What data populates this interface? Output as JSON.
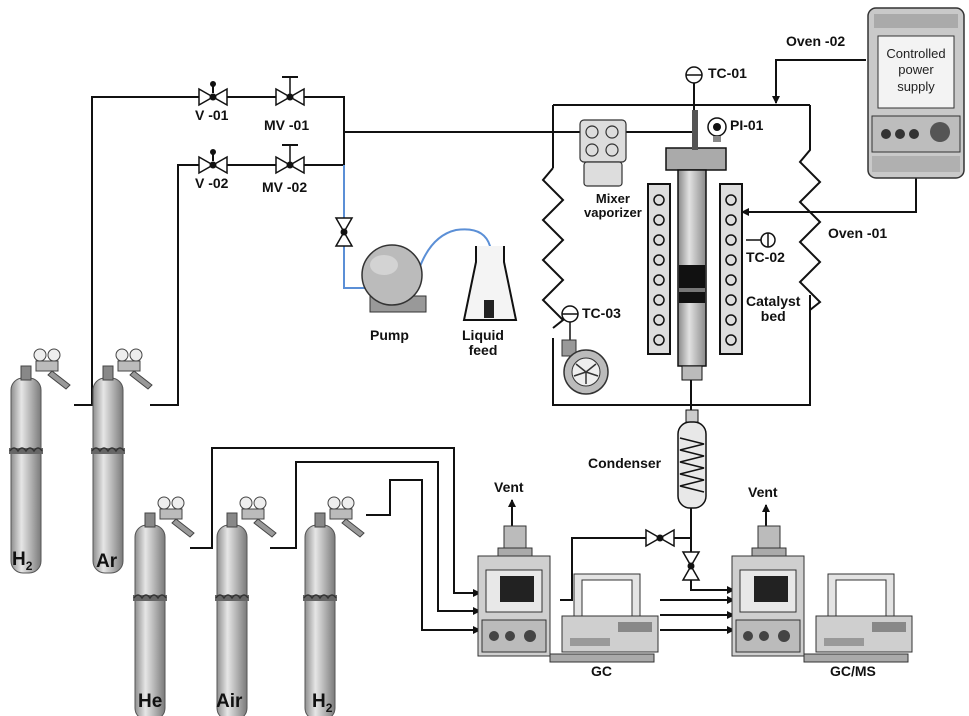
{
  "labels": {
    "v01": "V -01",
    "mv01": "MV -01",
    "v02": "V -02",
    "mv02": "MV -02",
    "tc01": "TC-01",
    "pi01": "PI-01",
    "oven02": "Oven -02",
    "oven01": "Oven -01",
    "mixer": "Mixer\nvaporizer",
    "tc02": "TC-02",
    "catalyst": "Catalyst\nbed",
    "tc03": "TC-03",
    "pump": "Pump",
    "liquid_feed": "Liquid\nfeed",
    "condenser": "Condenser",
    "vent1": "Vent",
    "vent2": "Vent",
    "gc": "GC",
    "gcms": "GC/MS",
    "psu": "Controlled\npower supply"
  },
  "cylinders": {
    "h2_top_base": "H",
    "h2_top_sub": "2",
    "ar": "Ar",
    "he": "He",
    "air": "Air",
    "h2_bottom_base": "H",
    "h2_bottom_sub": "2"
  },
  "colors": {
    "line": "#111111",
    "liquid_line": "#5b8fd6",
    "cylinder": "#c9c9c9",
    "equipment": "#bdbdbd"
  }
}
